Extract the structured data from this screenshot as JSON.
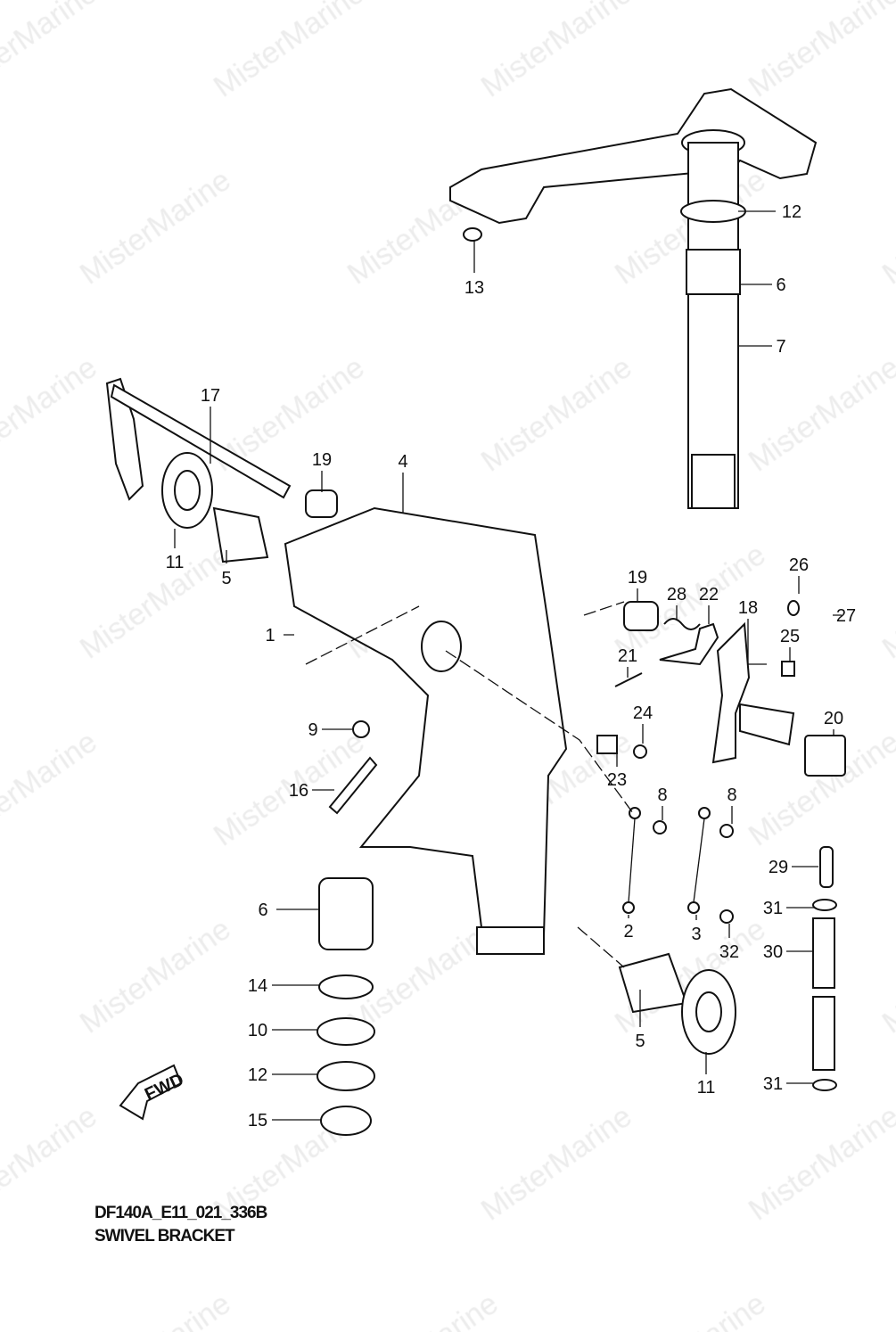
{
  "watermark": "MisterMarine",
  "diagram_code": "DF140A_E11_021_336B",
  "diagram_title": "SWIVEL BRACKET",
  "fwd_label": "FWD",
  "callouts": [
    "12",
    "6",
    "7",
    "13",
    "17",
    "19",
    "4",
    "11",
    "5",
    "19",
    "28",
    "22",
    "26",
    "18",
    "27",
    "25",
    "1",
    "21",
    "24",
    "20",
    "9",
    "23",
    "8",
    "8",
    "16",
    "29",
    "31",
    "6",
    "2",
    "3",
    "32",
    "30",
    "14",
    "10",
    "5",
    "11",
    "12",
    "31",
    "15"
  ]
}
